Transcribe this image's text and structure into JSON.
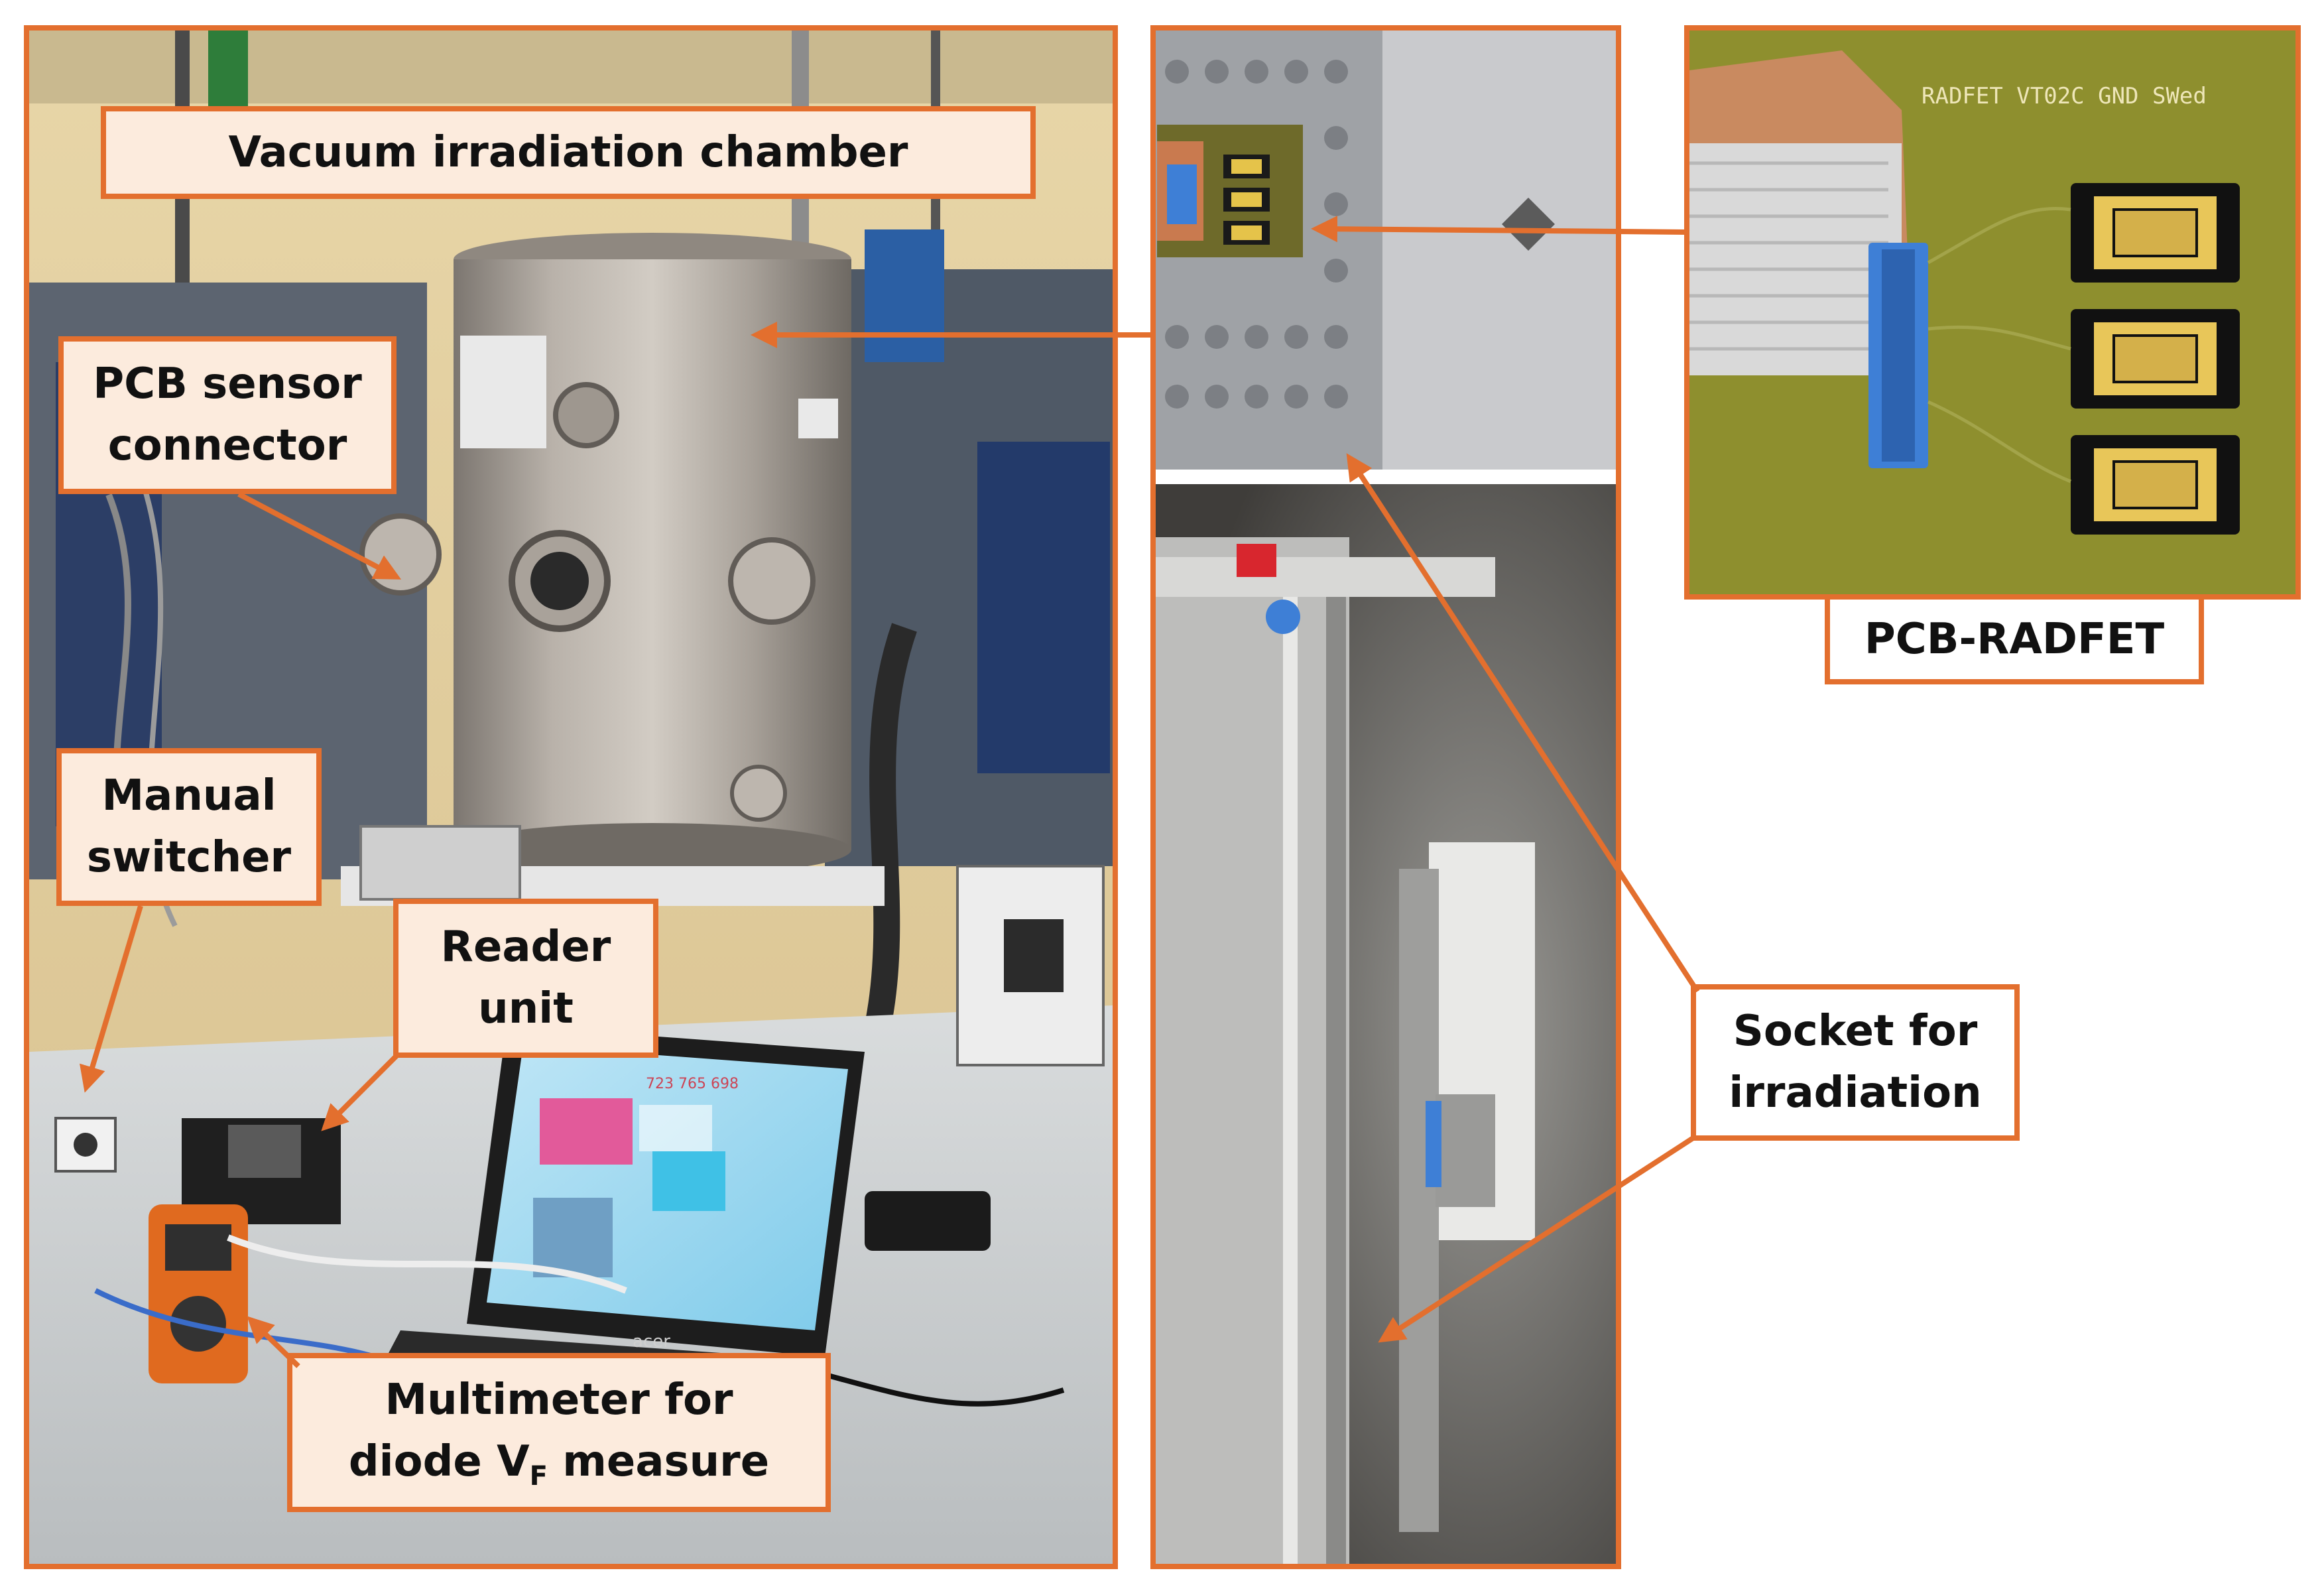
{
  "labels": {
    "vacuum_chamber": "Vacuum irradiation chamber",
    "pcb_sensor_line1": "PCB sensor",
    "pcb_sensor_line2": "connector",
    "manual_line1": "Manual",
    "manual_line2": "switcher",
    "reader_line1": "Reader",
    "reader_line2": "unit",
    "multimeter_line1": "Multimeter for",
    "multimeter_line2_pre": "diode V",
    "multimeter_line2_sub": "F",
    "multimeter_line2_post": " measure",
    "pcb_radfet": "PCB-RADFET",
    "socket_line1": "Socket for",
    "socket_line2": "irradiation"
  },
  "pcb_text": {
    "silkscreen": "RADFET VT02C  GND SWed"
  },
  "laptop": {
    "brand": "acer",
    "screen_number": "723 765 698"
  },
  "colors": {
    "accent": "#E36F2E",
    "label_fill": "#FCEBDD",
    "pcb_green": "#8E8F2E",
    "ribbon_blue": "#3E7FD6"
  }
}
